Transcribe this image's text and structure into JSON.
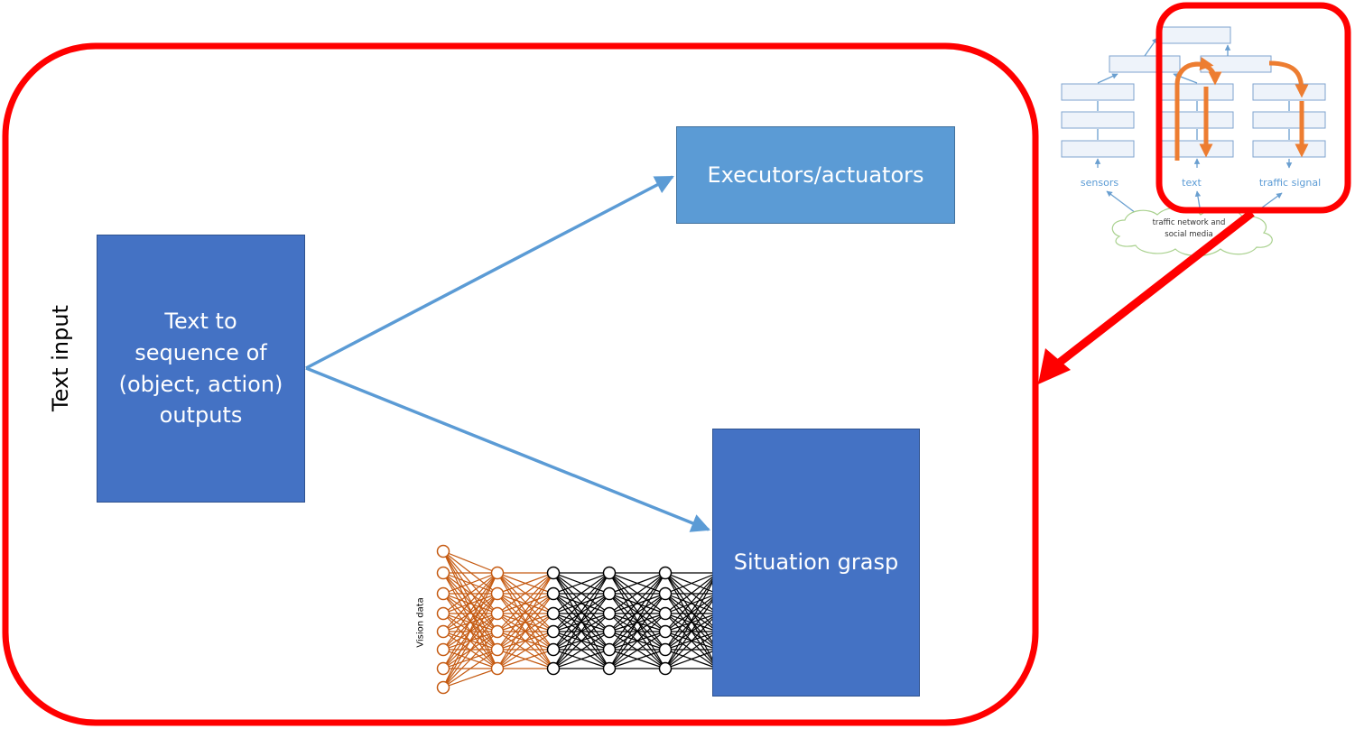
{
  "boxes": {
    "text_to_sequence": [
      "Text to",
      "sequence of",
      "(object, action)",
      "outputs"
    ],
    "executors": "Executors/actuators",
    "situation": "Situation grasp"
  },
  "side_label": "Text input",
  "network": {
    "label": "Vision data",
    "input_color": "#C55A11",
    "hidden_color": "#000000"
  },
  "thumbnail": {
    "labels": {
      "sensors": "sensors",
      "text": "text",
      "traffic_signal": "traffic signal",
      "cloud_line1": "traffic network and",
      "cloud_line2": "social media"
    },
    "arrow_color": "#ED7D31"
  },
  "colors": {
    "highlight_red": "#FF0000",
    "box_dark": "#4472C4",
    "box_light": "#5B9BD5",
    "arrow_blue": "#5B9BD5"
  }
}
